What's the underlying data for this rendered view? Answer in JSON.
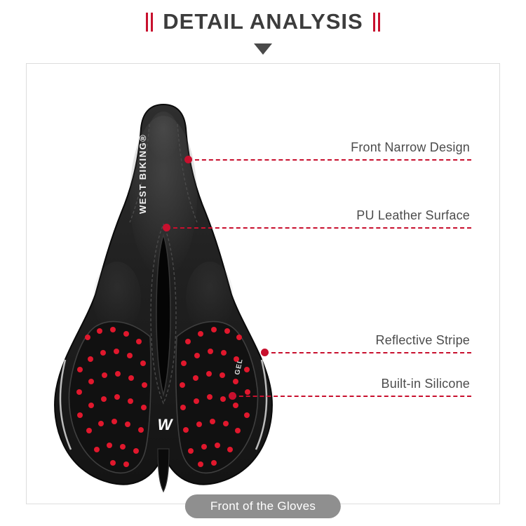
{
  "title": "DETAIL ANALYSIS",
  "callouts": [
    {
      "label": "Front Narrow Design"
    },
    {
      "label": "PU Leather Surface"
    },
    {
      "label": "Reflective Stripe"
    },
    {
      "label": "Built-in Silicone"
    }
  ],
  "saddle": {
    "brand": "WEST BIKING®",
    "gel_label": "GEL",
    "logo": "W"
  },
  "footer": {
    "label": "Front of the Gloves"
  },
  "colors": {
    "accent_red": "#c8102e",
    "dot_red": "#e1182d",
    "title_gray": "#3c3c3c",
    "label_gray": "#4c4c4c",
    "banner_gray": "#8f8f8f",
    "frame_gray": "#dddddd",
    "saddle_black": "#1c1c1c"
  }
}
